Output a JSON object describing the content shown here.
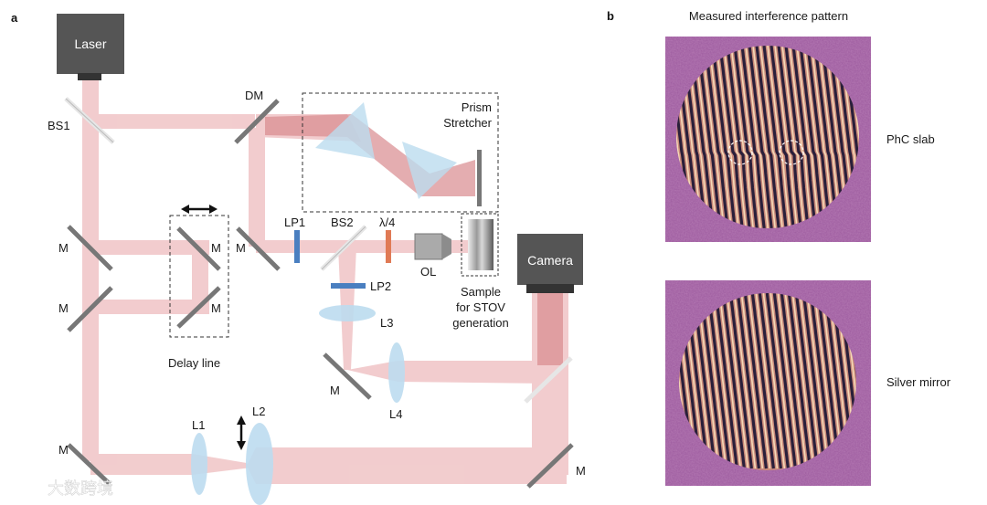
{
  "panels": {
    "a": "a",
    "b": "b"
  },
  "devices": {
    "laser": "Laser",
    "camera": "Camera"
  },
  "components": {
    "bs1": "BS1",
    "dm": "DM",
    "m": "M",
    "lp1": "LP1",
    "bs2": "BS2",
    "quarter_wave": "λ/4",
    "ol": "OL",
    "lp2": "LP2",
    "l3": "L3",
    "l4": "L4",
    "l1": "L1",
    "l2": "L2"
  },
  "groups": {
    "prism_stretcher": [
      "Prism",
      "Stretcher"
    ],
    "delay_line": "Delay line",
    "sample": [
      "Sample",
      "for STOV",
      "generation"
    ]
  },
  "measurement": {
    "title": "Measured interference pattern",
    "top_label": "PhC slab",
    "bottom_label": "Silver mirror"
  },
  "watermark": "大数跨境",
  "colors": {
    "beam": "#f0c4c6",
    "beam_dark": "#d88a8f",
    "device": "#555555",
    "lens": "#bcdcef",
    "polarizer": "#4a7fc0",
    "waveplate": "#e07a55",
    "pattern_bg": "#9c5a9e"
  }
}
